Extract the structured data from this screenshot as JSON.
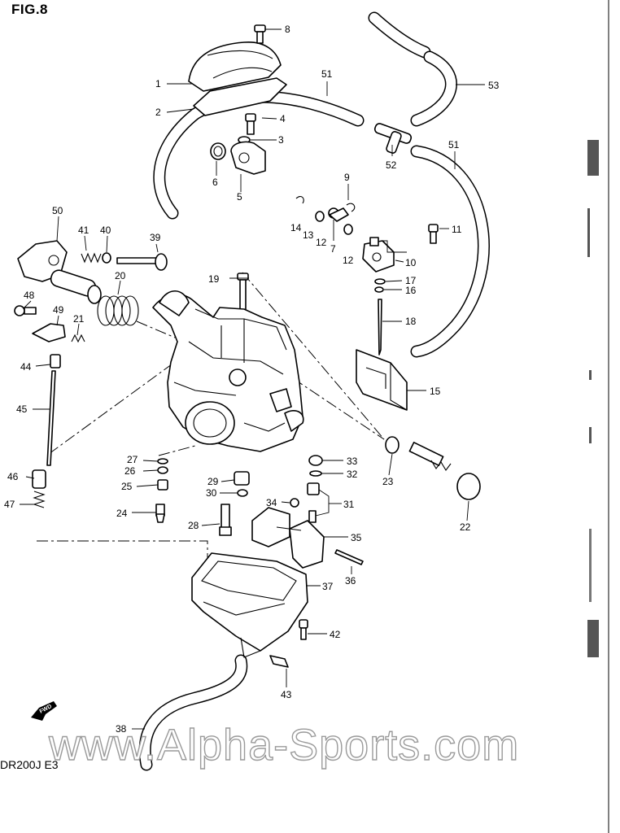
{
  "figure_title": "FIG.8",
  "model_code": "DR200J  E3",
  "watermark": "www.Alpha-Sports.com",
  "fwd_label": "FWD",
  "callouts": [
    "1",
    "2",
    "3",
    "4",
    "5",
    "6",
    "7",
    "8",
    "9",
    "10",
    "11",
    "12",
    "12",
    "13",
    "14",
    "15",
    "16",
    "17",
    "18",
    "19",
    "20",
    "21",
    "22",
    "23",
    "24",
    "25",
    "26",
    "27",
    "28",
    "29",
    "30",
    "31",
    "32",
    "33",
    "34",
    "35",
    "36",
    "37",
    "38",
    "39",
    "40",
    "41",
    "42",
    "43",
    "44",
    "45",
    "46",
    "47",
    "48",
    "49",
    "50",
    "51",
    "51",
    "52",
    "53"
  ]
}
